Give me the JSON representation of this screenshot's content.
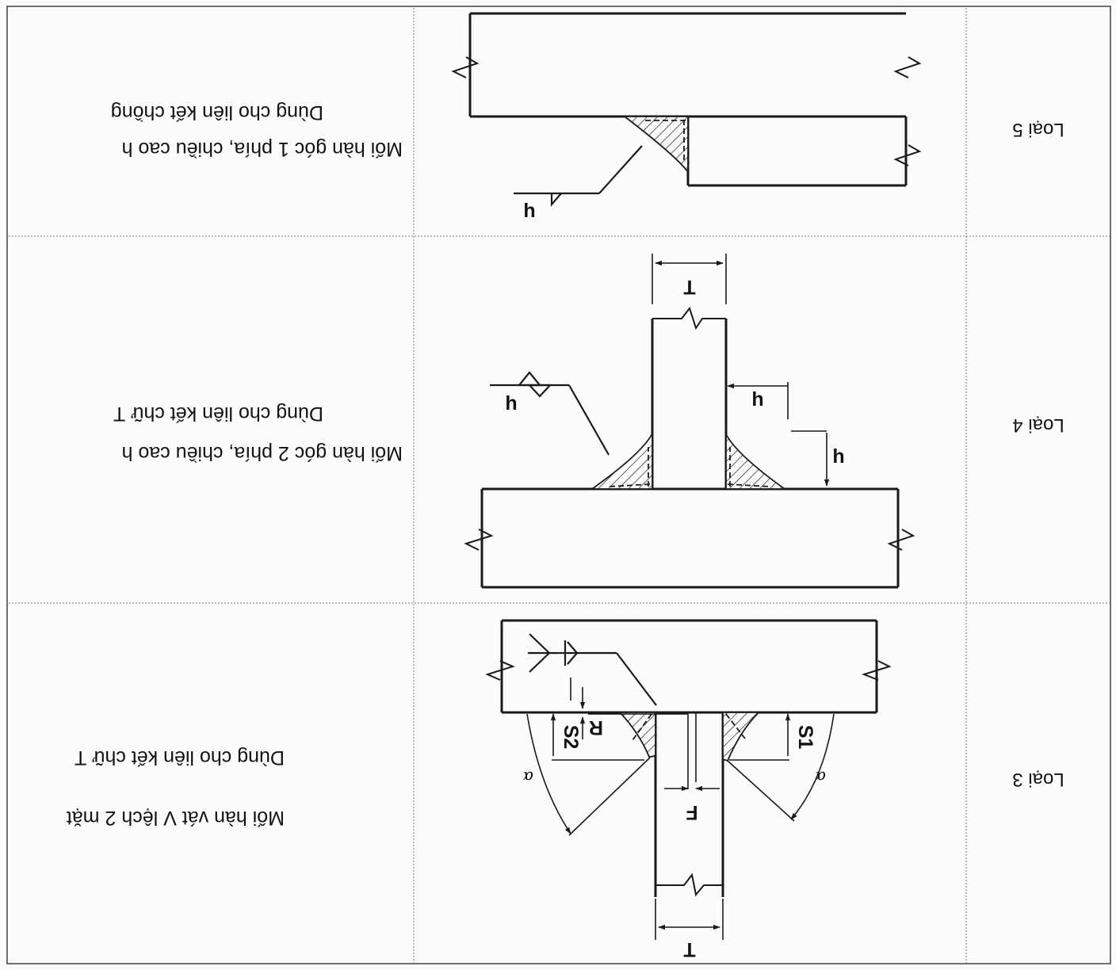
{
  "rows": [
    {
      "type_label": "Loại 3",
      "description_line1": "Mối hàn vát V lệch 2 mặt",
      "description_line2": "Dùng cho liên kết chữ T",
      "symbols": {
        "T": "T",
        "F": "F",
        "R": "R",
        "S1": "S1",
        "S2": "S2",
        "alpha": "α"
      }
    },
    {
      "type_label": "Loại 4",
      "description_line1": "Mối hàn góc 2 phía, chiều cao h",
      "description_line2": "Dùng cho liên kết chữ T",
      "symbols": {
        "T": "T",
        "h": "h"
      }
    },
    {
      "type_label": "Loại 5",
      "description_line1": "Mối hàn góc 1 phía, chiều cao h",
      "description_line2": "Dùng cho liên kết chồng",
      "symbols": {
        "h": "h"
      }
    }
  ]
}
